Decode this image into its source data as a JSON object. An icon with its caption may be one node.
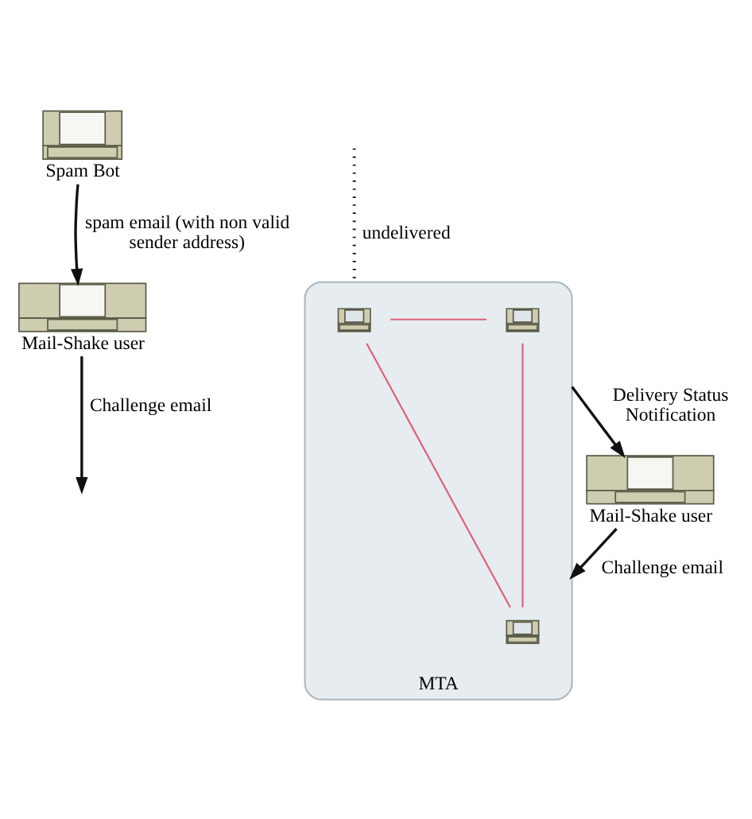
{
  "diagram": {
    "nodes": [
      {
        "text": [
          "Spam Bot"
        ]
      },
      {
        "text": [
          "Mail-Shake user"
        ]
      },
      {
        "text": [
          "MTA"
        ]
      },
      {
        "text": [],
        "shape": "picture",
        "in": 2
      },
      {
        "text": [],
        "shape": "picture",
        "in": 2
      },
      {
        "text": [],
        "shape": "picture",
        "in": 2
      },
      {
        "text": [
          "Mail-Shake user"
        ]
      }
    ],
    "edges": [
      {
        "from": 0,
        "to": 1,
        "arrow": "to",
        "label": "spam email (with non valid sender address)"
      },
      {
        "from": 1,
        "to": null,
        "arrow": "to",
        "label": "Challenge email"
      },
      {
        "from": null,
        "to": 2,
        "arrow": "none",
        "label": "undelivered",
        "style": "dashed"
      },
      {
        "from": 6,
        "to": 2,
        "arrow": "to",
        "label": "Challenge email"
      },
      {
        "from": 2,
        "to": 6,
        "arrow": "to",
        "label": "Delivery Status Notification"
      },
      {
        "from": 4,
        "to": 5,
        "arrow": "none",
        "color": "#e0607a"
      },
      {
        "from": 3,
        "to": 4,
        "arrow": "none",
        "color": "#e0607a"
      },
      {
        "from": 3,
        "to": 5,
        "arrow": "none",
        "color": "#e0607a"
      }
    ]
  }
}
